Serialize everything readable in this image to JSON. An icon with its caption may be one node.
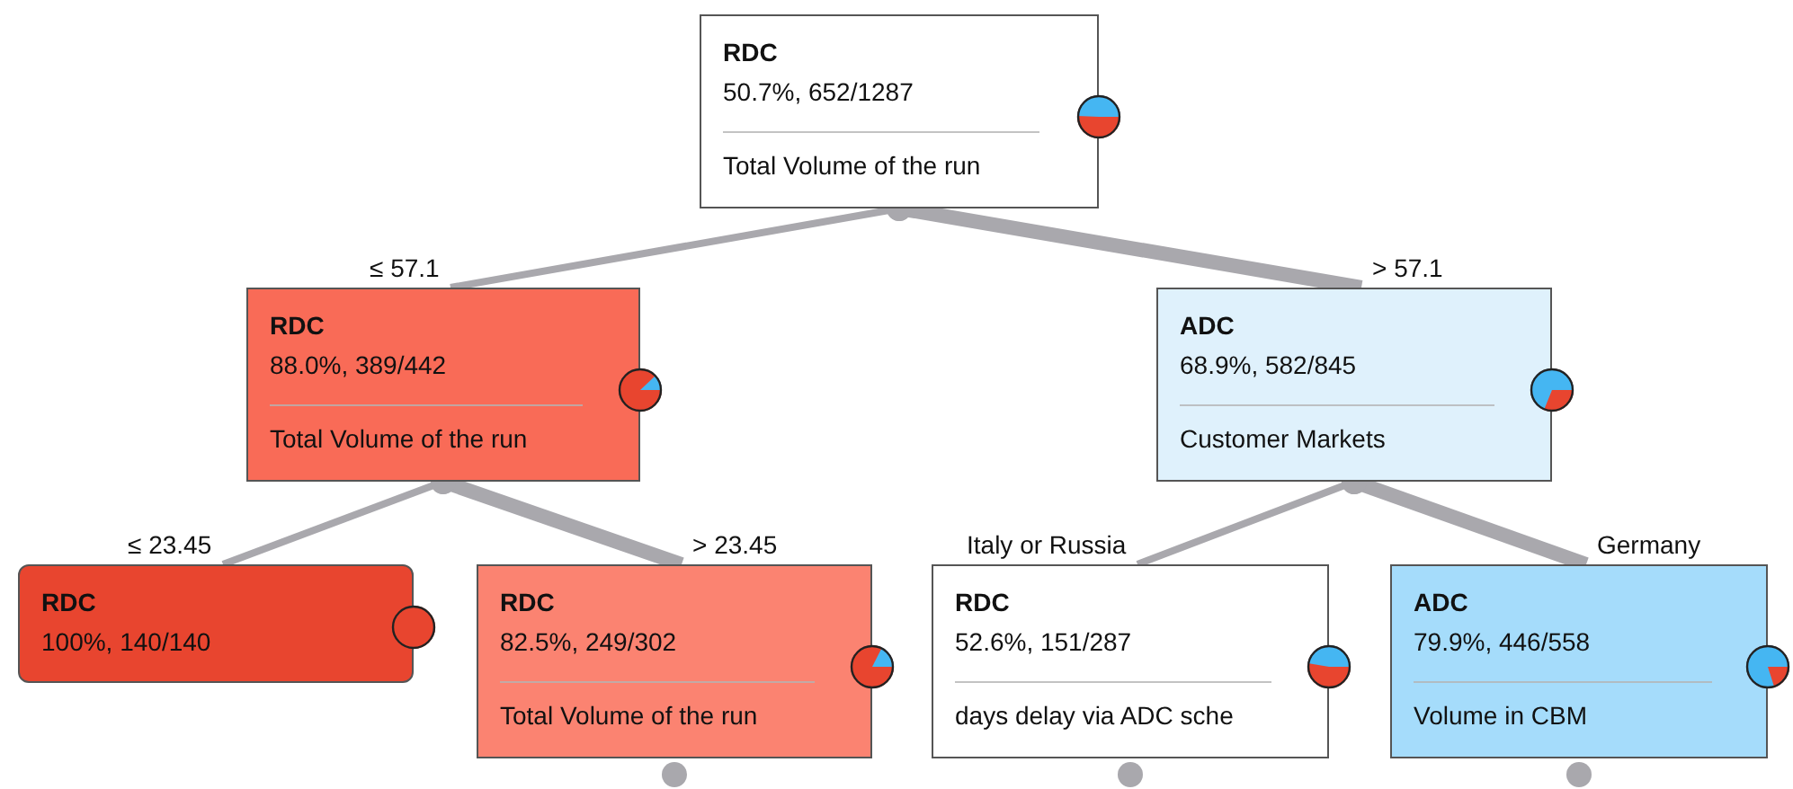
{
  "diagram": {
    "nodes": [
      {
        "text": [
          "RDC",
          "50.7%, 652/1287",
          "Total Volume of the run"
        ]
      },
      {
        "text": [
          "RDC",
          "88.0%, 389/442",
          "Total Volume of the run"
        ]
      },
      {
        "text": [
          "ADC",
          "68.9%, 582/845",
          "Customer Markets"
        ]
      },
      {
        "text": [
          "RDC",
          "100%, 140/140"
        ]
      },
      {
        "text": [
          "RDC",
          "82.5%, 249/302",
          "Total Volume of the run"
        ]
      },
      {
        "text": [
          "RDC",
          "52.6%, 151/287",
          "days delay via ADC sche"
        ]
      },
      {
        "text": [
          "ADC",
          "79.9%, 446/558",
          "Volume in CBM"
        ]
      }
    ],
    "edges": [
      {
        "from": 0,
        "to": 1,
        "arrow": "other",
        "label": "≤ 57.1"
      },
      {
        "from": 0,
        "to": 2,
        "arrow": "other",
        "label": "> 57.1",
        "style": "thick"
      },
      {
        "from": 1,
        "to": 3,
        "arrow": "other",
        "label": "≤ 23.45"
      },
      {
        "from": 1,
        "to": 4,
        "arrow": "other",
        "label": "> 23.45",
        "style": "thick"
      },
      {
        "from": 2,
        "to": 5,
        "arrow": "other",
        "label": "Italy or Russia"
      },
      {
        "from": 2,
        "to": 6,
        "arrow": "other",
        "label": "Germany",
        "style": "thick"
      }
    ]
  }
}
